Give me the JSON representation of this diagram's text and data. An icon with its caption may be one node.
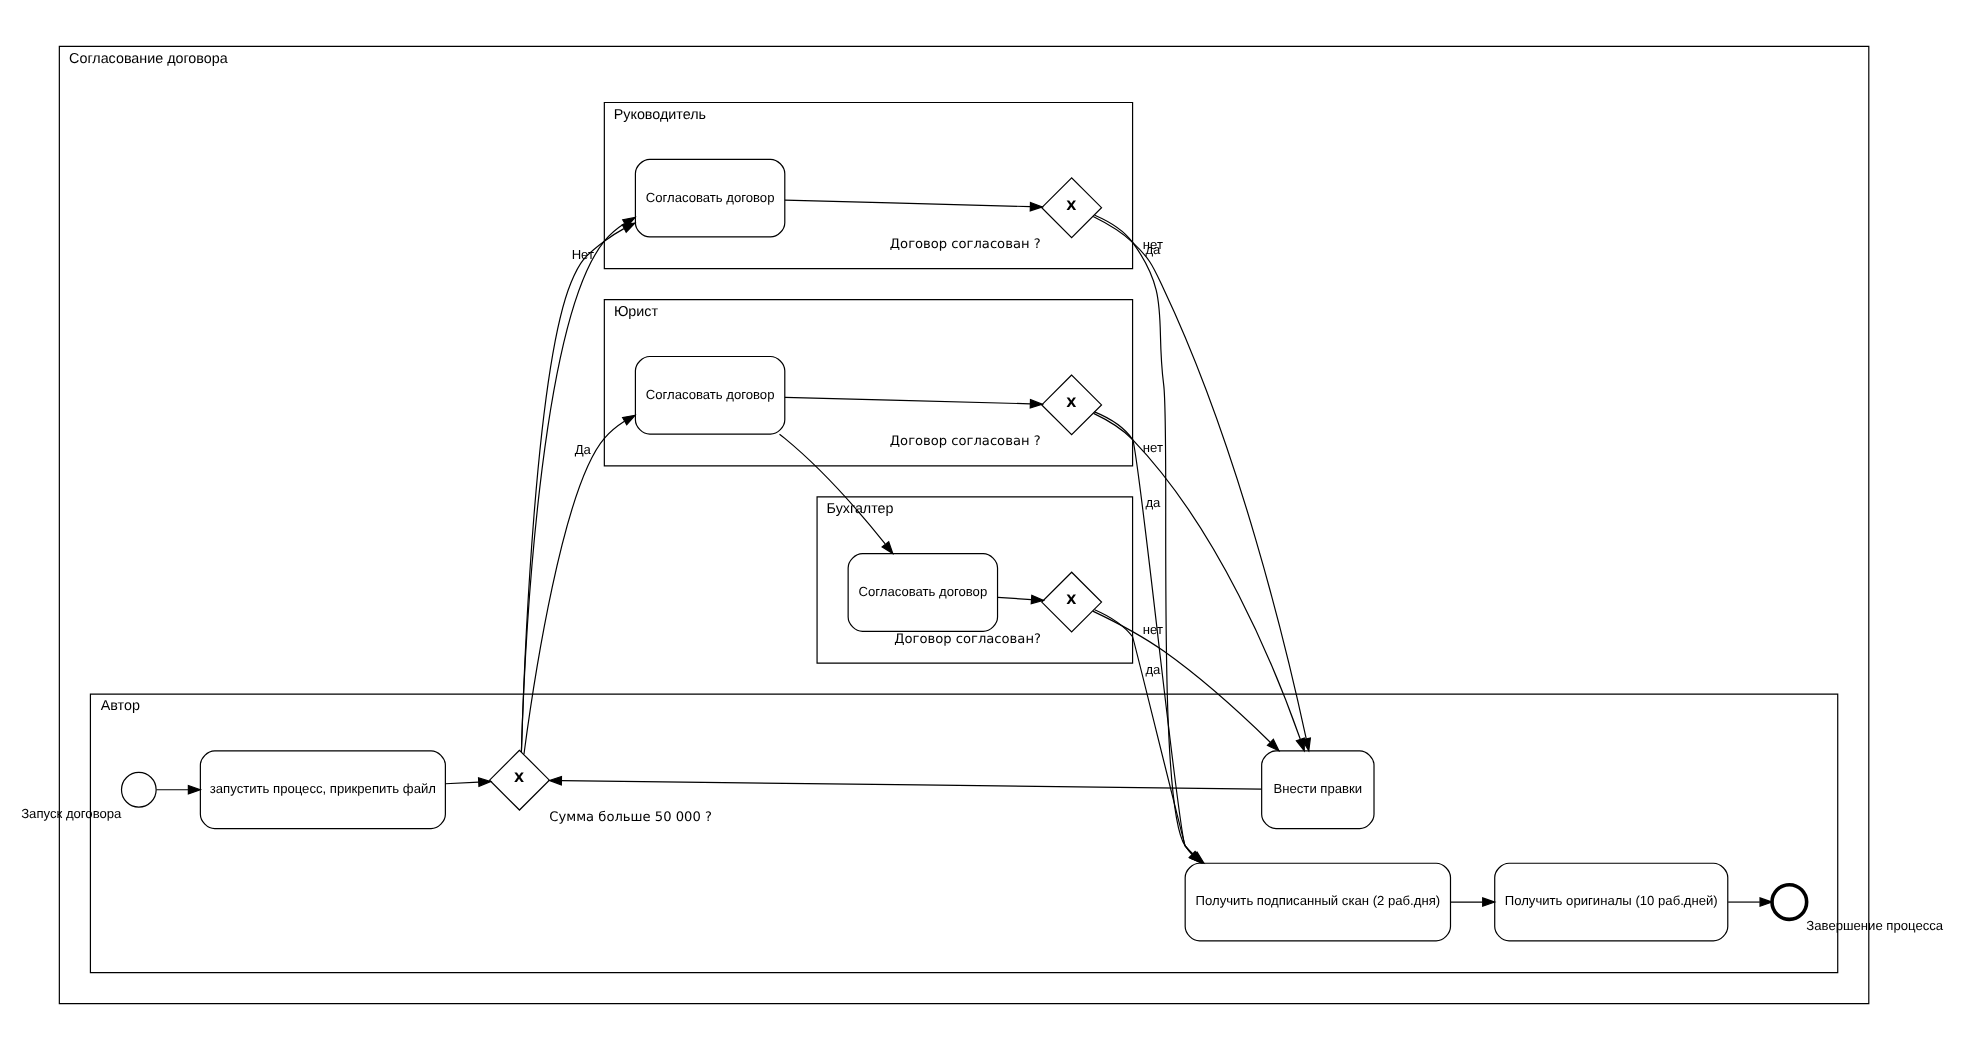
{
  "diagram": {
    "nodes": [
      {
        "text": [
          "Согласование договора"
        ]
      },
      {
        "text": [
          "Автор"
        ],
        "in": 0
      },
      {
        "text": [
          "Руководитель"
        ],
        "in": 0
      },
      {
        "text": [
          "Юрист"
        ],
        "in": 0
      },
      {
        "text": [
          "Бухгалтер"
        ],
        "in": 0
      },
      {
        "text": [],
        "shape": "circle",
        "beside": [
          "Запуск договора"
        ],
        "in": 1
      },
      {
        "text": [
          "запустить процесс, прикрепить файл"
        ],
        "in": 1
      },
      {
        "text": [
          "X"
        ],
        "beside": [
          "Сумма больше 50 000 ?"
        ],
        "in": 1
      },
      {
        "text": [
          "Внести правки"
        ],
        "in": 1
      },
      {
        "text": [
          "Получить подписанный скан (2 раб.дня)"
        ],
        "in": 1
      },
      {
        "text": [
          "Получить оригиналы (10 раб.дней)"
        ],
        "in": 1
      },
      {
        "text": [],
        "shape": "circle",
        "beside": [
          "Завершение процесса"
        ],
        "in": 1
      },
      {
        "text": [
          "Согласовать договор"
        ],
        "in": 2
      },
      {
        "text": [
          "X"
        ],
        "beside": [
          "Договор согласован ?"
        ],
        "in": 2
      },
      {
        "text": [
          "Согласовать договор"
        ],
        "in": 3
      },
      {
        "text": [
          "X"
        ],
        "beside": [
          "Договор согласован ?"
        ],
        "in": 3
      },
      {
        "text": [
          "Согласовать договор"
        ],
        "in": 4
      },
      {
        "text": [
          "X"
        ],
        "beside": [
          "Договор согласован?"
        ],
        "in": 4
      }
    ],
    "edges": [
      {
        "from": 5,
        "to": 6,
        "arrow": "to"
      },
      {
        "from": 6,
        "to": 7,
        "arrow": "to"
      },
      {
        "from": 8,
        "to": 7,
        "arrow": "to"
      },
      {
        "from": 7,
        "to": 12,
        "arrow": "to",
        "label": "Нет"
      },
      {
        "from": 7,
        "to": 12,
        "arrow": "to"
      },
      {
        "from": 7,
        "to": 14,
        "arrow": "to",
        "label": "Да"
      },
      {
        "from": 14,
        "to": 16,
        "arrow": "to"
      },
      {
        "from": 12,
        "to": 13,
        "arrow": "to"
      },
      {
        "from": 13,
        "to": 8,
        "arrow": "to",
        "label": "нет"
      },
      {
        "from": 13,
        "to": 9,
        "arrow": "to",
        "label": "да"
      },
      {
        "from": 14,
        "to": 15,
        "arrow": "to"
      },
      {
        "from": 15,
        "to": 8,
        "arrow": "to",
        "label": "нет"
      },
      {
        "from": 15,
        "to": 9,
        "arrow": "to",
        "label": "да"
      },
      {
        "from": 16,
        "to": 17,
        "arrow": "to"
      },
      {
        "from": 17,
        "to": 8,
        "arrow": "to",
        "label": "нет"
      },
      {
        "from": 17,
        "to": 9,
        "arrow": "to",
        "label": "да"
      },
      {
        "from": 9,
        "to": 10,
        "arrow": "to"
      },
      {
        "from": 10,
        "to": 11,
        "arrow": "to"
      }
    ]
  }
}
